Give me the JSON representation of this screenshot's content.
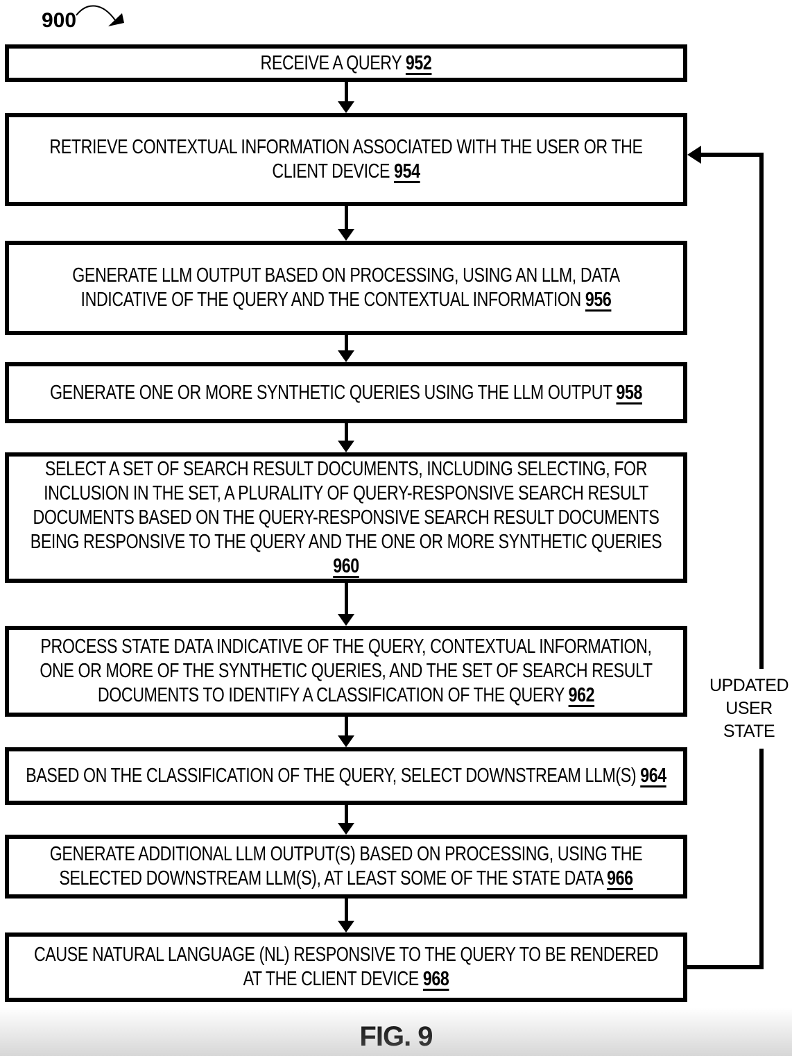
{
  "figure": {
    "number_label": "900",
    "caption": "FIG. 9",
    "feedback_label_lines": [
      "UPDATED",
      "USER",
      "STATE"
    ]
  },
  "colors": {
    "ink": "#000000",
    "background": "#ffffff"
  },
  "flow": {
    "steps": [
      {
        "ref": "952",
        "lines": [
          "RECEIVE A QUERY"
        ]
      },
      {
        "ref": "954",
        "lines": [
          "RETRIEVE CONTEXTUAL INFORMATION ASSOCIATED WITH THE USER OR THE",
          "CLIENT DEVICE"
        ]
      },
      {
        "ref": "956",
        "lines": [
          "GENERATE LLM OUTPUT BASED ON PROCESSING, USING AN LLM, DATA",
          "INDICATIVE OF THE QUERY AND THE CONTEXTUAL INFORMATION"
        ]
      },
      {
        "ref": "958",
        "lines": [
          "GENERATE ONE OR MORE SYNTHETIC QUERIES USING THE LLM OUTPUT"
        ]
      },
      {
        "ref": "960",
        "lines": [
          "SELECT A SET OF SEARCH RESULT DOCUMENTS, INCLUDING SELECTING, FOR",
          "INCLUSION IN THE SET, A PLURALITY OF QUERY-RESPONSIVE SEARCH RESULT",
          "DOCUMENTS BASED ON THE QUERY-RESPONSIVE SEARCH RESULT DOCUMENTS",
          "BEING RESPONSIVE TO THE QUERY AND THE ONE OR MORE SYNTHETIC QUERIES",
          ""
        ]
      },
      {
        "ref": "962",
        "lines": [
          "PROCESS STATE DATA INDICATIVE OF THE QUERY, CONTEXTUAL INFORMATION,",
          "ONE OR MORE OF THE SYNTHETIC QUERIES, AND THE SET OF SEARCH RESULT",
          "DOCUMENTS TO IDENTIFY A CLASSIFICATION OF THE QUERY"
        ]
      },
      {
        "ref": "964",
        "lines": [
          "BASED ON THE CLASSIFICATION OF THE QUERY, SELECT DOWNSTREAM LLM(S)"
        ]
      },
      {
        "ref": "966",
        "lines": [
          "GENERATE ADDITIONAL LLM OUTPUT(S) BASED ON PROCESSING, USING THE",
          "SELECTED DOWNSTREAM LLM(S), AT LEAST SOME OF THE STATE DATA"
        ]
      },
      {
        "ref": "968",
        "lines": [
          "CAUSE NATURAL LANGUAGE (NL) RESPONSIVE TO THE QUERY TO BE RENDERED",
          "AT THE CLIENT DEVICE"
        ]
      }
    ]
  }
}
